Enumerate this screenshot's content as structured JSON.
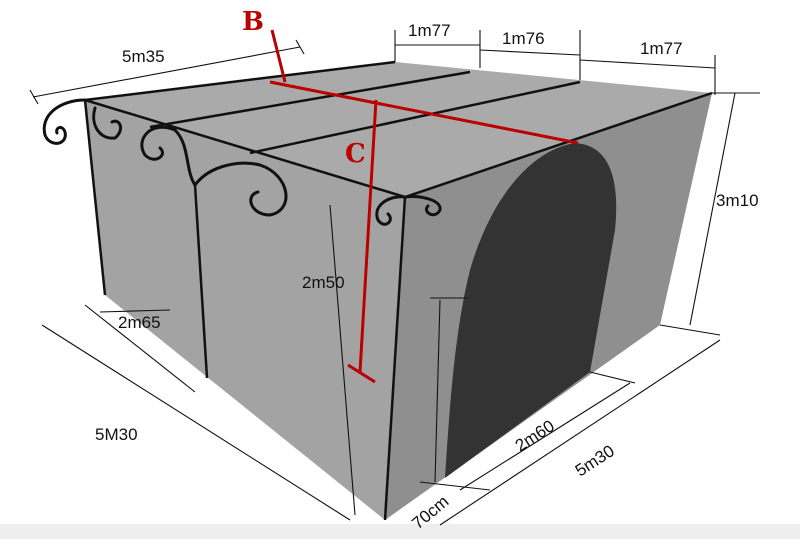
{
  "markers": {
    "b": "B",
    "c": "C"
  },
  "dimensions": {
    "top_depth": "5m35",
    "top_segment_1": "1m77",
    "top_segment_2": "1m76",
    "top_segment_3": "1m77",
    "height_right": "3m10",
    "height_inner": "2m50",
    "height_left": "2m65",
    "length_left": "5M30",
    "arch_length": "2m60",
    "length_right": "5m30",
    "arch_offset": "70cm"
  },
  "colors": {
    "top": "#aaaaaa",
    "left": "#a3a3a3",
    "right": "#8f8f8f",
    "arch": "#333333",
    "accent": "#bb0000"
  }
}
